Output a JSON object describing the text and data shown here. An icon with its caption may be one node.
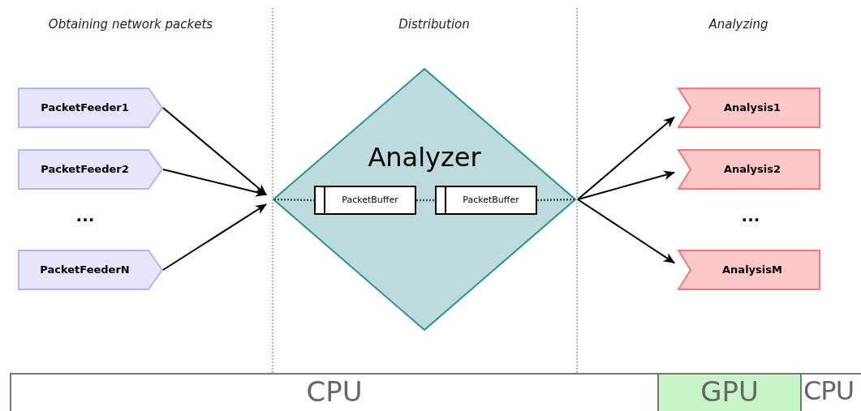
{
  "diagram": {
    "nodes": [
      {
        "text": [
          "PacketFeeder1"
        ]
      },
      {
        "text": [
          "PacketFeeder2"
        ]
      },
      {
        "text": [
          "PacketFeederN"
        ]
      },
      {
        "text": [
          "Analyzer"
        ]
      },
      {
        "text": [
          "PacketBuffer"
        ],
        "in": 3
      },
      {
        "text": [
          "PacketBuffer"
        ],
        "in": 3
      },
      {
        "text": [
          "Analysis1"
        ]
      },
      {
        "text": [
          "Analysis2"
        ]
      },
      {
        "text": [
          "AnalysisM"
        ]
      },
      {
        "text": [
          "CPU"
        ]
      },
      {
        "text": [
          "GPU"
        ]
      },
      {
        "text": [
          "CPU"
        ]
      }
    ],
    "edges": [
      {
        "from": 0,
        "to": 3,
        "arrow": "to"
      },
      {
        "from": 1,
        "to": 3,
        "arrow": "to"
      },
      {
        "from": 2,
        "to": 3,
        "arrow": "to"
      },
      {
        "from": 3,
        "to": 4,
        "arrow": "none",
        "style": "dashed"
      },
      {
        "from": 4,
        "to": 5,
        "arrow": "none",
        "style": "dashed"
      },
      {
        "from": 5,
        "to": 3,
        "arrow": "none",
        "style": "dashed"
      },
      {
        "from": 3,
        "to": 6,
        "arrow": "to"
      },
      {
        "from": 3,
        "to": 7,
        "arrow": "to"
      },
      {
        "from": 3,
        "to": 8,
        "arrow": "to"
      }
    ],
    "labels": [
      "Obtaining network packets",
      "Distribution",
      "Analyzing",
      "...",
      "..."
    ]
  }
}
